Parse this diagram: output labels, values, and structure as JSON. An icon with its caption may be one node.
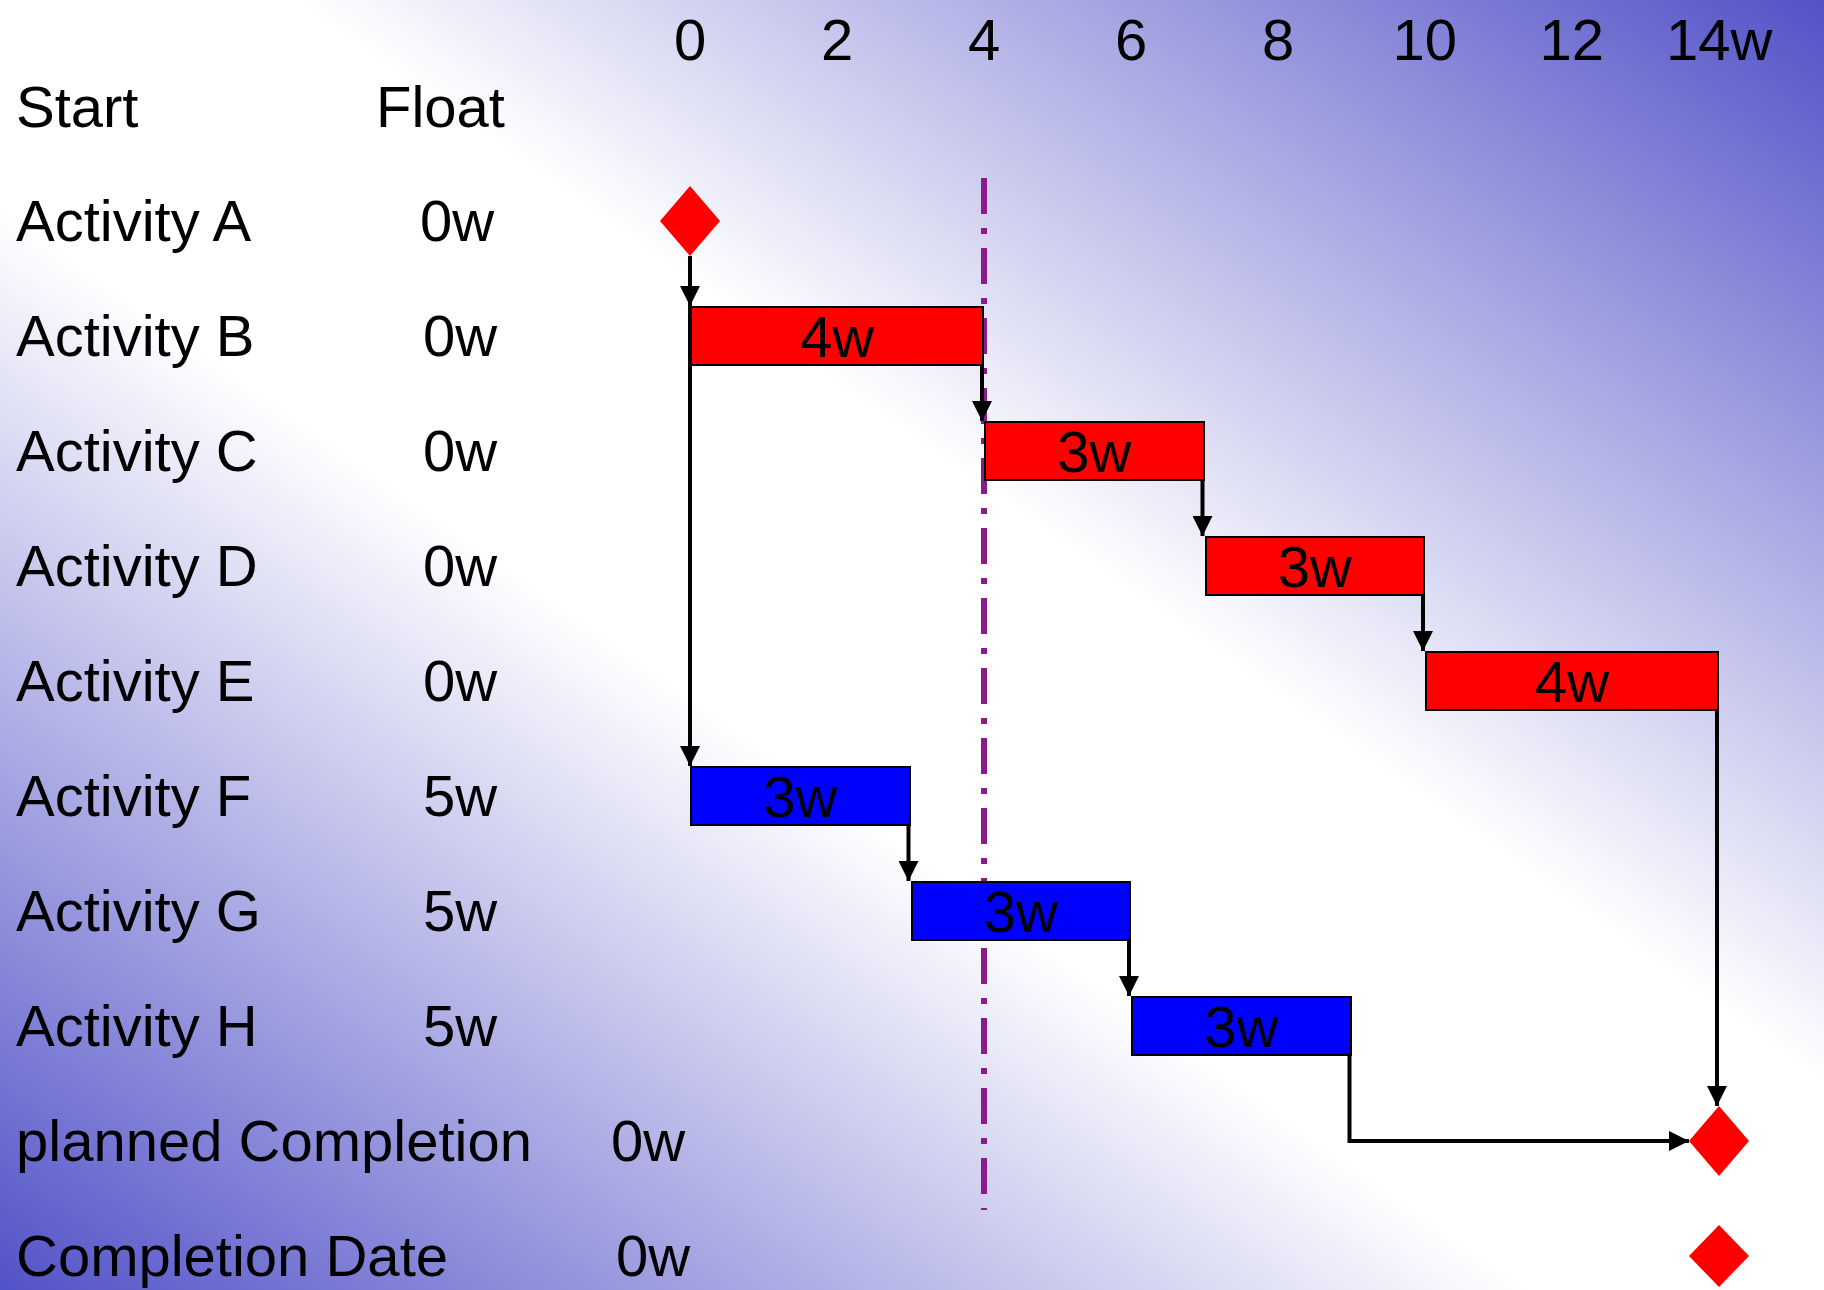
{
  "diagram": {
    "nodes": [
      {
        "text": [],
        "shape": "diamond"
      },
      {
        "text": [
          "4w"
        ]
      },
      {
        "text": [
          "3w"
        ]
      },
      {
        "text": [
          "3w"
        ]
      },
      {
        "text": [
          "4w"
        ]
      },
      {
        "text": [
          "3w"
        ]
      },
      {
        "text": [
          "3w"
        ]
      },
      {
        "text": [
          "3w"
        ]
      },
      {
        "text": [],
        "shape": "diamond"
      },
      {
        "text": [],
        "shape": "diamond"
      }
    ],
    "edges": [
      {
        "from": 0,
        "to": 1,
        "arrow": "to"
      },
      {
        "from": 0,
        "to": 5,
        "arrow": "to"
      },
      {
        "from": 1,
        "to": 2,
        "arrow": "to"
      },
      {
        "from": 2,
        "to": 3,
        "arrow": "to"
      },
      {
        "from": 3,
        "to": 4,
        "arrow": "to"
      },
      {
        "from": 4,
        "to": 8,
        "arrow": "to"
      },
      {
        "from": 5,
        "to": 6,
        "arrow": "to"
      },
      {
        "from": 6,
        "to": 7,
        "arrow": "to"
      },
      {
        "from": 7,
        "to": 8,
        "arrow": "to"
      }
    ],
    "labels": [
      "0",
      "2",
      "4",
      "6",
      "8",
      "10",
      "12",
      "14w",
      "Start",
      "Float",
      "Activity A",
      "0w",
      "Activity B",
      "0w",
      "Activity C",
      "0w",
      "Activity D",
      "0w",
      "Activity E",
      "0w",
      "Activity F",
      "5w",
      "Activity G",
      "5w",
      "Activity H",
      "5w",
      "planned Completion",
      "0w",
      "Completion Date",
      "0w"
    ]
  }
}
